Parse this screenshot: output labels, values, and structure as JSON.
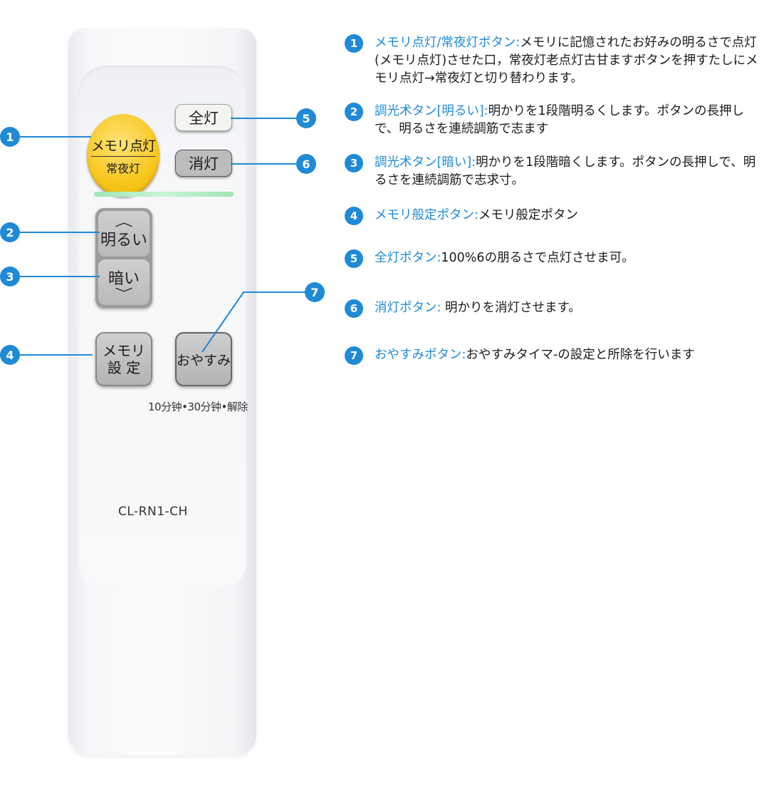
{
  "remote": {
    "memory_light_line1": "メモリ点灯",
    "memory_light_line2": "常夜灯",
    "all_light": "全灯",
    "off": "消灯",
    "bright": "明るい",
    "dark": "暗い",
    "memory_set_line1": "メモリ",
    "memory_set_line2": "設 定",
    "sleep": "おやすみ",
    "timer_label": "10分钟•30分钟•解除",
    "model": "CL-RN1-CH",
    "chevron_up": "︿",
    "chevron_down": "﹀"
  },
  "callouts": [
    "1",
    "2",
    "3",
    "4",
    "5",
    "6",
    "7"
  ],
  "legend": [
    {
      "num": "1",
      "title": "メモリ点灯/常夜灯ボタン:",
      "desc": "メモリに記憶されたお好みの明るさで点灯(メモリ点灯)させた口，常夜灯老点灯古甘ますボタンを押すたしにメモリ点灯→常夜灯と切り替わります。"
    },
    {
      "num": "2",
      "title": "調光术タン[明るい]:",
      "desc": "明かりを1段階明るくします。ポタンの長押しで、明るさを連続調筋で志ます"
    },
    {
      "num": "3",
      "title": "調光术タン[暗い]:",
      "desc": "明かりを1段階暗くします。ポタンの長押しで、明るさを連続調筋で志求寸。"
    },
    {
      "num": "4",
      "title": "メモリ般定ポタン:",
      "desc": "メモリ般定ポタン"
    },
    {
      "num": "5",
      "title": "全灯ポタン:",
      "desc": "100%6の朋るさで点灯させま可。"
    },
    {
      "num": "6",
      "title": "消灯ポタン:",
      "desc": " 明かりを消灯させます。"
    },
    {
      "num": "7",
      "title": "おやすみポタン:",
      "desc": "おやすみタイマ-の設定と所除を行います"
    }
  ],
  "colors": {
    "accent": "#1f8ad6",
    "memory_button": "#f8c61c",
    "stripe": "#9ee6b6"
  }
}
